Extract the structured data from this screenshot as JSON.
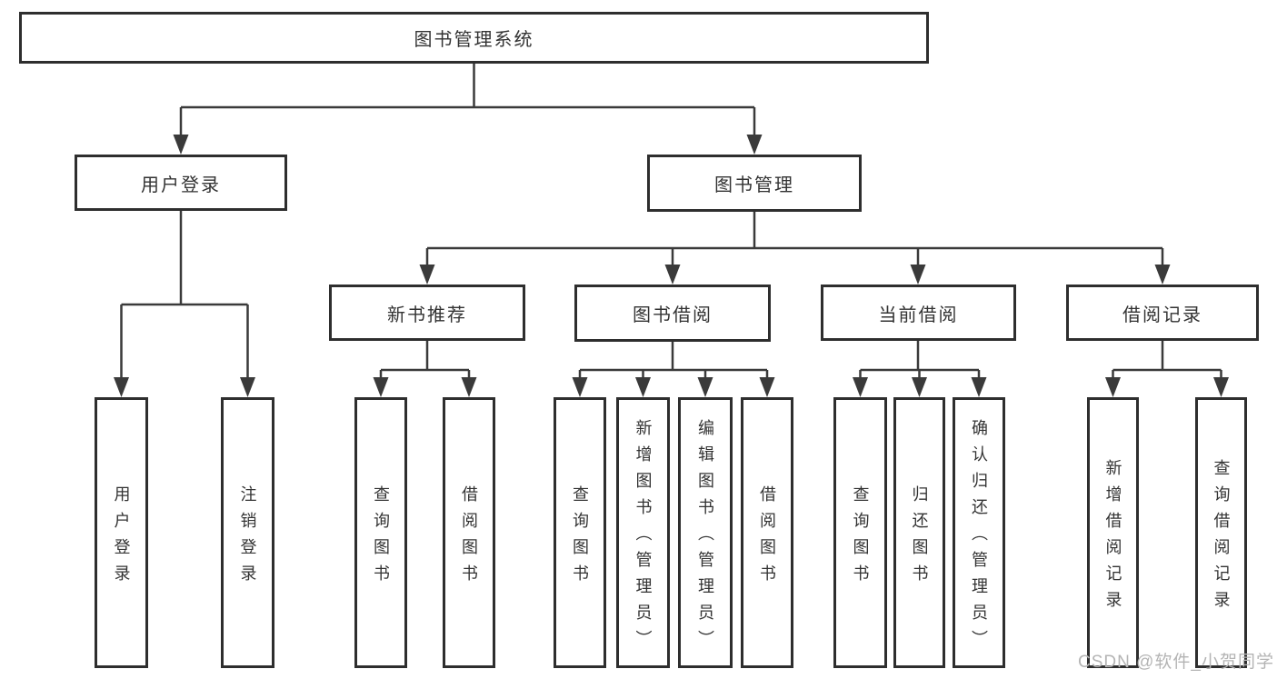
{
  "diagram": {
    "root": "图书管理系统",
    "level2": {
      "login": "用户登录",
      "management": "图书管理"
    },
    "login_children": [
      "用户登录",
      "注销登录"
    ],
    "branches": [
      {
        "label": "新书推荐",
        "children": [
          "查询图书",
          "借阅图书"
        ]
      },
      {
        "label": "图书借阅",
        "children": [
          "查询图书",
          "新增图书（管理员）",
          "编辑图书（管理员）",
          "借阅图书"
        ]
      },
      {
        "label": "当前借阅",
        "children": [
          "查询图书",
          "归还图书",
          "确认归还（管理员）"
        ]
      },
      {
        "label": "借阅记录",
        "children": [
          "新增借阅记录",
          "查询借阅记录"
        ]
      }
    ]
  },
  "watermark": "CSDN @软件_小贺同学",
  "colors": {
    "background": "#ffffff",
    "box_border": "#2e2e2e",
    "connector_line": "#3a3a3a",
    "text": "#333333",
    "watermark": "#b4b4b4"
  }
}
